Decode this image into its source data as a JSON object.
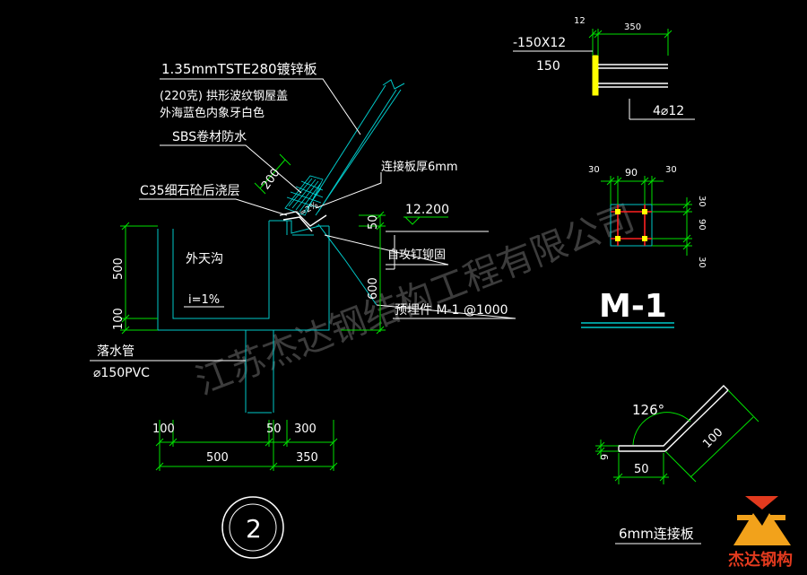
{
  "colors": {
    "background": "#000000",
    "text": "#ffffff",
    "dimension": "#00e000",
    "structure": "#00c8c8",
    "hatch": "#00d8d8",
    "red": "#ff2020",
    "yellow": "#ffff00",
    "watermark": "#3c3c3c",
    "logo_orange": "#f2a21b",
    "logo_red": "#e23a1e"
  },
  "section_detail": {
    "roof_sheet_spec": "1.35mmTSTE280镀锌板",
    "roof_sheet_desc_1": "(220克) 拱形波纹钢屋盖",
    "roof_sheet_desc_2": "外海蓝色内象牙白色",
    "waterproofing": "SBS卷材防水",
    "concrete_layer": "C35细石砼后浇层",
    "connect_plate": "连接板厚6mm",
    "elevation": "12.200",
    "dim_50_top": "50",
    "dim_200": "200",
    "slope_mark": "i=2%",
    "self_tap_screw": "自攻钉铆固",
    "embedded_part": "预埋件 M-1 @1000",
    "gutter_label": "外天沟",
    "gutter_slope": "i=1%",
    "dim_500_left": "500",
    "dim_100_left": "100",
    "dim_600_right": "600",
    "downpipe_label": "落水管",
    "downpipe_spec": "⌀150PVC",
    "dim_bottom_100": "100",
    "dim_bottom_50": "50",
    "dim_bottom_300": "300",
    "dim_bottom_500": "500",
    "dim_bottom_350": "350",
    "detail_number": "2"
  },
  "m1_detail": {
    "plate_spec": "-150X12",
    "plate_height": "150",
    "dim_12": "12",
    "dim_350": "350",
    "bar_spec": "4⌀12",
    "plan_30_left": "30",
    "plan_90_top": "90",
    "plan_30_right": "30",
    "plan_30_top_side": "30",
    "plan_90_side": "90",
    "plan_30_bottom_side": "30",
    "title": "M-1"
  },
  "plate_detail": {
    "angle": "126°",
    "dim_100": "100",
    "dim_50": "50",
    "dim_6": "6",
    "title": "6mm连接板"
  },
  "watermark": {
    "text": "江苏杰达钢结构工程有限公司"
  },
  "logo": {
    "text": "杰达钢构"
  }
}
